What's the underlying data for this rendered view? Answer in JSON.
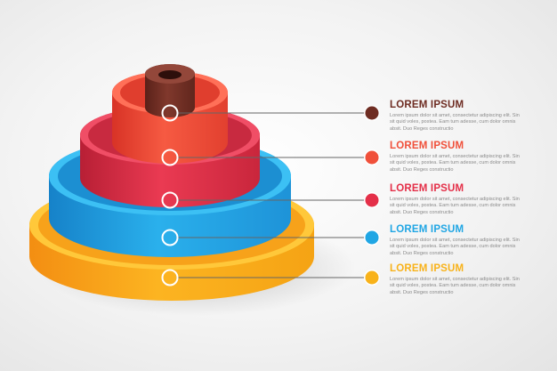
{
  "colors": {
    "background": "#f0f0f0",
    "line": "#666666",
    "body_text": "#8a8a8a"
  },
  "levels": [
    {
      "title": "LOREM IPSUM",
      "color": "#6e2c22",
      "body": [
        "Lorem ipsum dolor sit amet, consectetur adipiscing elit. Sin",
        "sit quid voles, postea. Eam tum adesse, cum dolor omnis",
        "absit. Duo Reges constructio"
      ]
    },
    {
      "title": "LOREM IPSUM",
      "color": "#f0503a",
      "body": [
        "Lorem ipsum dolor sit amet, consectetur adipiscing elit. Sin",
        "sit quid voles, postea. Eam tum adesse, cum dolor omnis",
        "absit. Duo Reges constructio"
      ]
    },
    {
      "title": "LOREM IPSUM",
      "color": "#e42f48",
      "body": [
        "Lorem ipsum dolor sit amet, consectetur adipiscing elit. Sin",
        "sit quid voles, postea. Eam tum adesse, cum dolor omnis",
        "absit. Duo Reges constructio"
      ]
    },
    {
      "title": "LOREM IPSUM",
      "color": "#20a6e4",
      "body": [
        "Lorem ipsum dolor sit amet, consectetur adipiscing elit. Sin",
        "sit quid voles, postea. Eam tum adesse, cum dolor omnis",
        "absit. Duo Reges constructio"
      ]
    },
    {
      "title": "LOREM IPSUM",
      "color": "#f8b21a",
      "body": [
        "Lorem ipsum dolor sit amet, consectetur adipiscing elit. Sin",
        "sit quid voles, postea. Eam tum adesse, cum dolor omnis",
        "absit. Duo Reges constructio"
      ]
    }
  ]
}
